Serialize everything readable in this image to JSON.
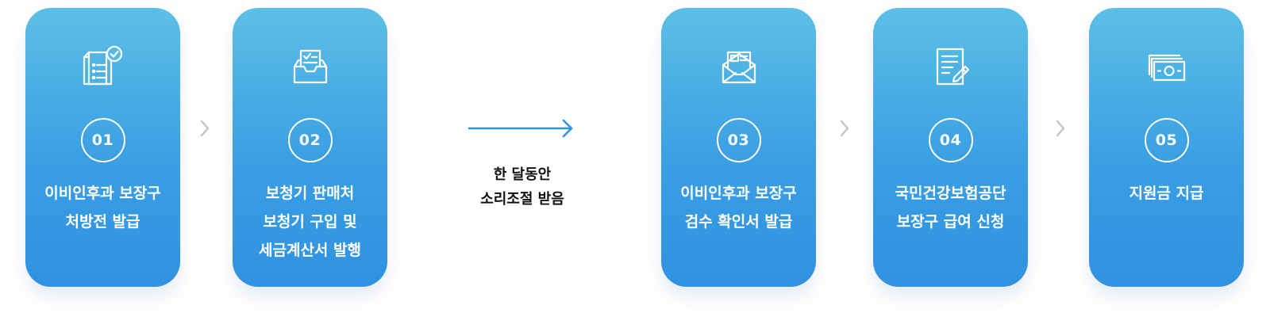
{
  "steps": [
    {
      "number": "01",
      "icon": "prescription-icon",
      "lines": [
        "이비인후과 보장구",
        "처방전 발급"
      ]
    },
    {
      "number": "02",
      "icon": "inbox-tray-icon",
      "lines": [
        "보청기 판매처",
        "보청기 구입 및",
        "세금계산서 발행"
      ]
    },
    {
      "number": "03",
      "icon": "envelope-icon",
      "lines": [
        "이비인후과 보장구",
        "검수 확인서 발급"
      ]
    },
    {
      "number": "04",
      "icon": "document-pen-icon",
      "lines": [
        "국민건강보험공단",
        "보장구 급여 신청"
      ]
    },
    {
      "number": "05",
      "icon": "money-icon",
      "lines": [
        "지원금 지급"
      ]
    }
  ],
  "interval_note": {
    "lines": [
      "한 달동안",
      "소리조절 받음"
    ]
  },
  "colors": {
    "card_top": "#5cbfe6",
    "card_bottom": "#2f92e2",
    "arrow": "#2f92e2",
    "chevron": "#c4c4c4"
  }
}
